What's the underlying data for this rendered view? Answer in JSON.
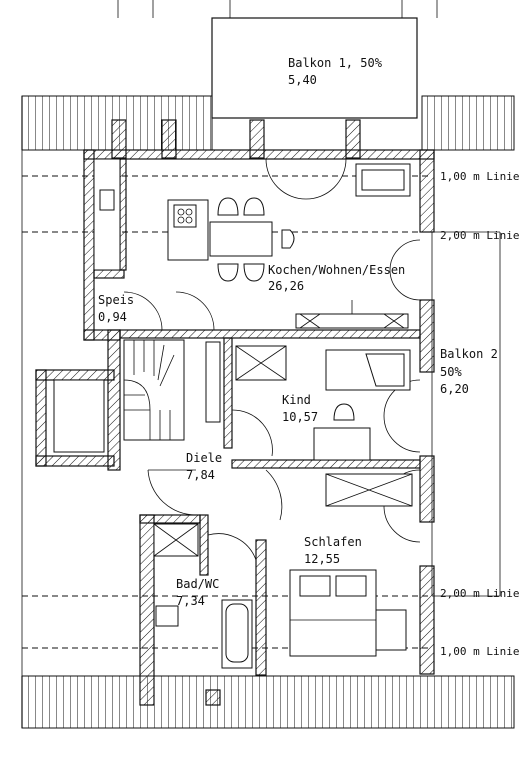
{
  "rooms": {
    "balkon1": {
      "name": "Balkon  1, 50%",
      "area": "5,40"
    },
    "kochen": {
      "name": "Kochen/Wohnen/Essen",
      "area": "26,26"
    },
    "speis": {
      "name": "Speis",
      "area": "0,94"
    },
    "kind": {
      "name": "Kind",
      "area": "10,57"
    },
    "balkon2": {
      "name": "Balkon 2",
      "pct": "50%",
      "area": "6,20"
    },
    "diele": {
      "name": "Diele",
      "area": "7,84"
    },
    "schlafen": {
      "name": "Schlafen",
      "area": "12,55"
    },
    "bad": {
      "name": "Bad/WC",
      "area": "7,34"
    }
  },
  "lines": {
    "top_1m": "1,00  m  Linie",
    "top_2m": "2,00  m  Linie",
    "bottom_2m": "2,00  m  Linie",
    "bottom_1m": "1,00  m  Linie"
  }
}
